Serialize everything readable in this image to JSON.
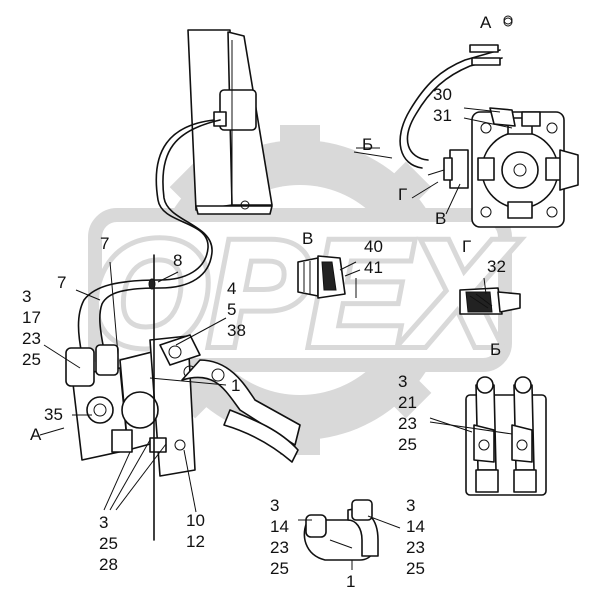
{
  "view_labels": {
    "view_a_top": "А",
    "view_a_side": "А",
    "view_b_arrow": "Б",
    "view_b_bottom": "Б",
    "view_g_arrow": "Г",
    "view_g_detail": "Г",
    "view_v_arrow": "В",
    "view_v_detail": "В"
  },
  "callouts": {
    "c_30_31": [
      "30",
      "31"
    ],
    "c_40_41": [
      "40",
      "41"
    ],
    "c_32": [
      "32"
    ],
    "c_7_a": [
      "7"
    ],
    "c_7_b": [
      "7"
    ],
    "c_8": [
      "8"
    ],
    "c_left_stack": [
      "3",
      "17",
      "23",
      "25"
    ],
    "c_4_5_38": [
      "4",
      "5",
      "38"
    ],
    "c_1_main": [
      "1"
    ],
    "c_35": [
      "35"
    ],
    "c_bottom_left": [
      "3",
      "25",
      "28"
    ],
    "c_10_12": [
      "10",
      "12"
    ],
    "c_right_stack": [
      "3",
      "21",
      "23",
      "25"
    ],
    "c_hose_left": [
      "3",
      "14",
      "23",
      "25"
    ],
    "c_hose_right": [
      "3",
      "14",
      "23",
      "25"
    ],
    "c_1_hose": [
      "1"
    ]
  },
  "watermark": {
    "text": "OPEX",
    "color": "#d9d9d9"
  }
}
